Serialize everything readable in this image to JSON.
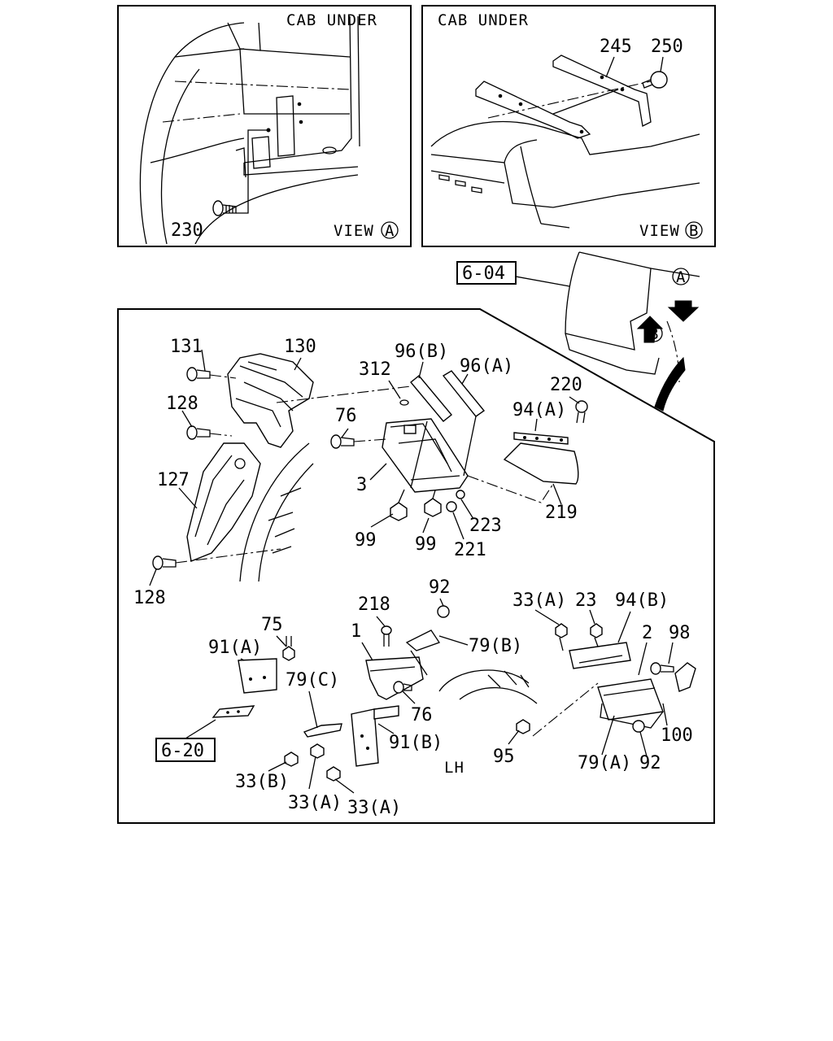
{
  "view_a": {
    "title": "CAB UNDER",
    "view_label": "VIEW",
    "view_marker": "A",
    "callouts": [
      "230"
    ]
  },
  "view_b": {
    "title": "CAB UNDER",
    "view_label": "VIEW",
    "view_marker": "B",
    "callouts": [
      "245",
      "250"
    ]
  },
  "refs": {
    "ref_604": "6-04",
    "ref_620": "6-20",
    "marker_a": "A",
    "marker_b": "B"
  },
  "main": {
    "side_label": "LH",
    "callouts": {
      "c131": "131",
      "c130": "130",
      "c128a": "128",
      "c127": "127",
      "c128b": "128",
      "c96b": "96(B)",
      "c96a": "96(A)",
      "c312": "312",
      "c76a": "76",
      "c3": "3",
      "c220": "220",
      "c94a": "94(A)",
      "c219": "219",
      "c223": "223",
      "c99a": "99",
      "c99b": "99",
      "c221": "221",
      "c92a": "92",
      "c218": "218",
      "c33a1": "33(A)",
      "c23": "23",
      "c94b": "94(B)",
      "c75": "75",
      "c1": "1",
      "c79b": "79(B)",
      "c2": "2",
      "c98": "98",
      "c91a": "91(A)",
      "c79c": "79(C)",
      "c76b": "76",
      "c100": "100",
      "c91b": "91(B)",
      "c95": "95",
      "c79a": "79(A)",
      "c92b": "92",
      "c33b": "33(B)",
      "c33a2": "33(A)",
      "c33a3": "33(A)"
    }
  }
}
